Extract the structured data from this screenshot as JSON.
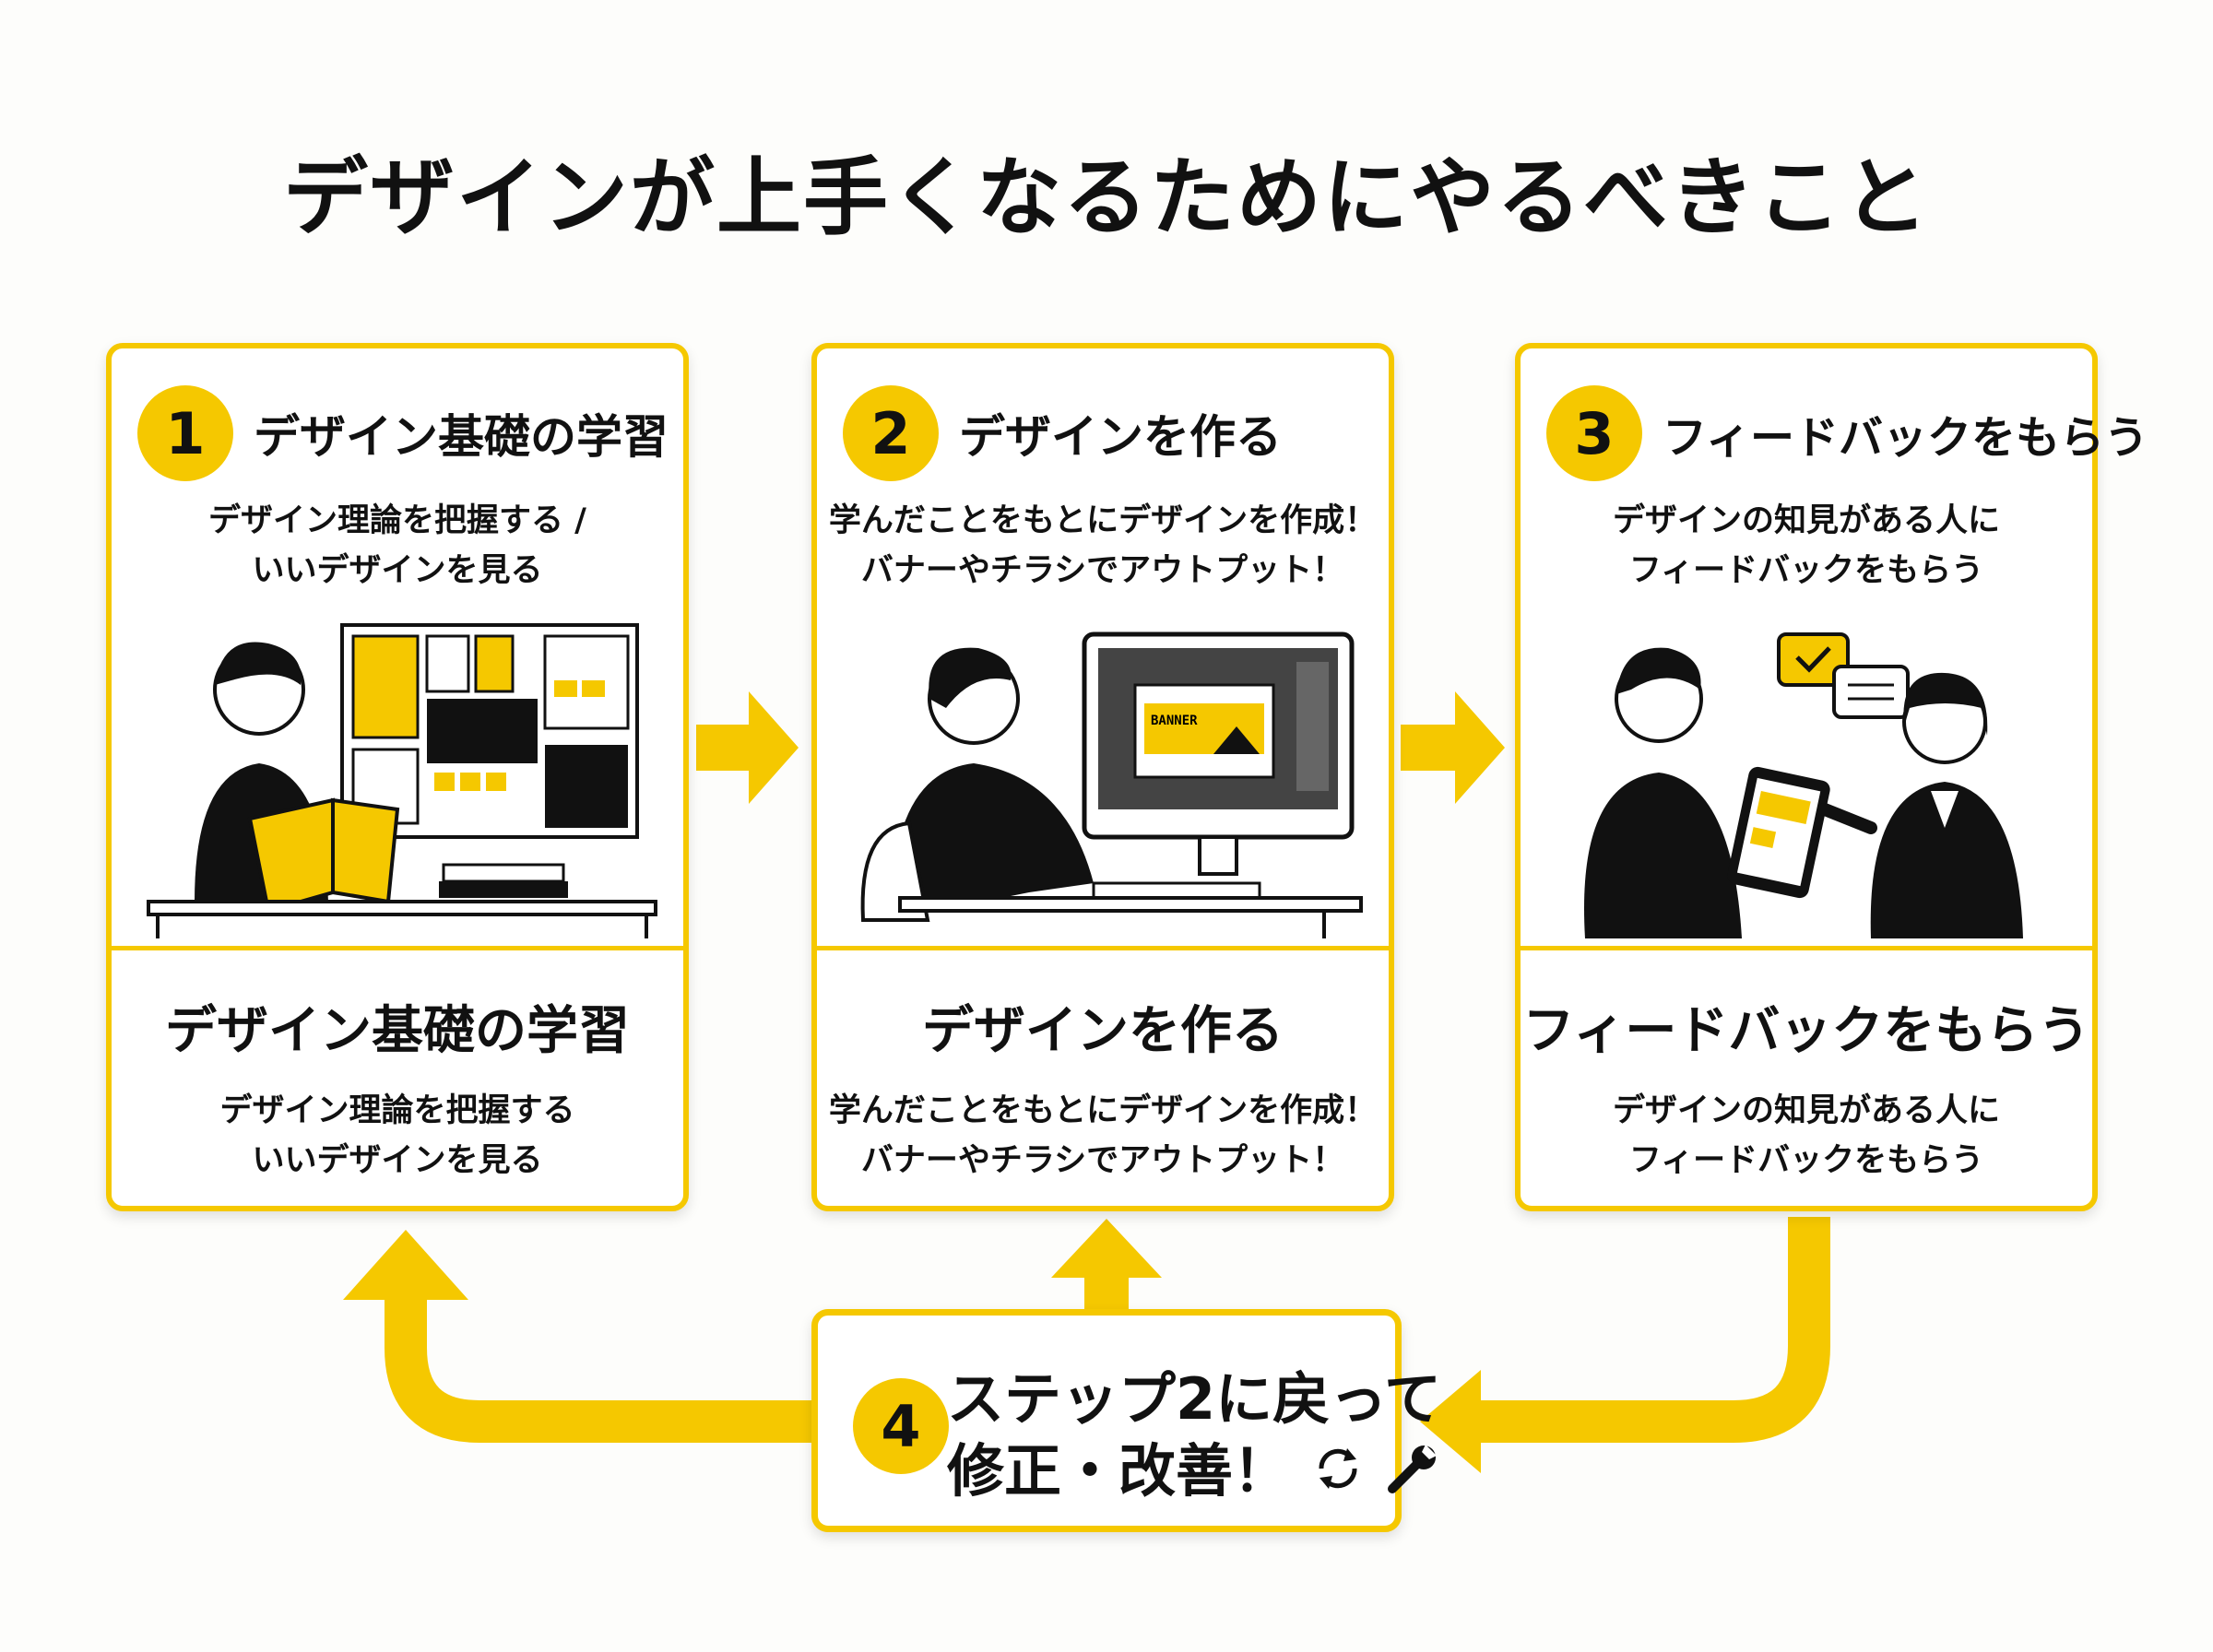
{
  "title": "デザインが上手くなるためにやるべきこと",
  "colors": {
    "accent": "#f5c800",
    "text": "#111111",
    "background": "#fdfdfb"
  },
  "steps": [
    {
      "number": "1",
      "heading": "デザイン基礎の学習",
      "sub_lines": [
        "デザイン理論を把握する /",
        "いいデザインを見る"
      ],
      "bottom_title": "デザイン基礎の学習",
      "bottom_lines": [
        "デザイン理論を把握する",
        "いいデザインを見る"
      ],
      "illustration": "person-reading-book-with-design-board"
    },
    {
      "number": "2",
      "heading": "デザインを作る",
      "sub_lines": [
        "学んだことをもとにデザインを作成！",
        "バナーやチラシでアウトプット！"
      ],
      "bottom_title": "デザインを作る",
      "bottom_lines": [
        "学んだことをもとにデザインを作成！",
        "バナーやチラシでアウトプット！"
      ],
      "illustration": "person-at-computer-designing-banner",
      "screen_text": "BANNER"
    },
    {
      "number": "3",
      "heading": "フィードバックをもらう",
      "sub_lines": [
        "デザインの知見がある人に",
        "フィードバックをもらう"
      ],
      "bottom_title": "フィードバックをもらう",
      "bottom_lines": [
        "デザインの知見がある人に",
        "フィードバックをもらう"
      ],
      "illustration": "two-people-reviewing-tablet"
    }
  ],
  "step4": {
    "number": "4",
    "line1": "ステップ2に戻って",
    "line2": "修正・改善！",
    "icons": [
      "refresh-icon",
      "wrench-icon"
    ]
  }
}
